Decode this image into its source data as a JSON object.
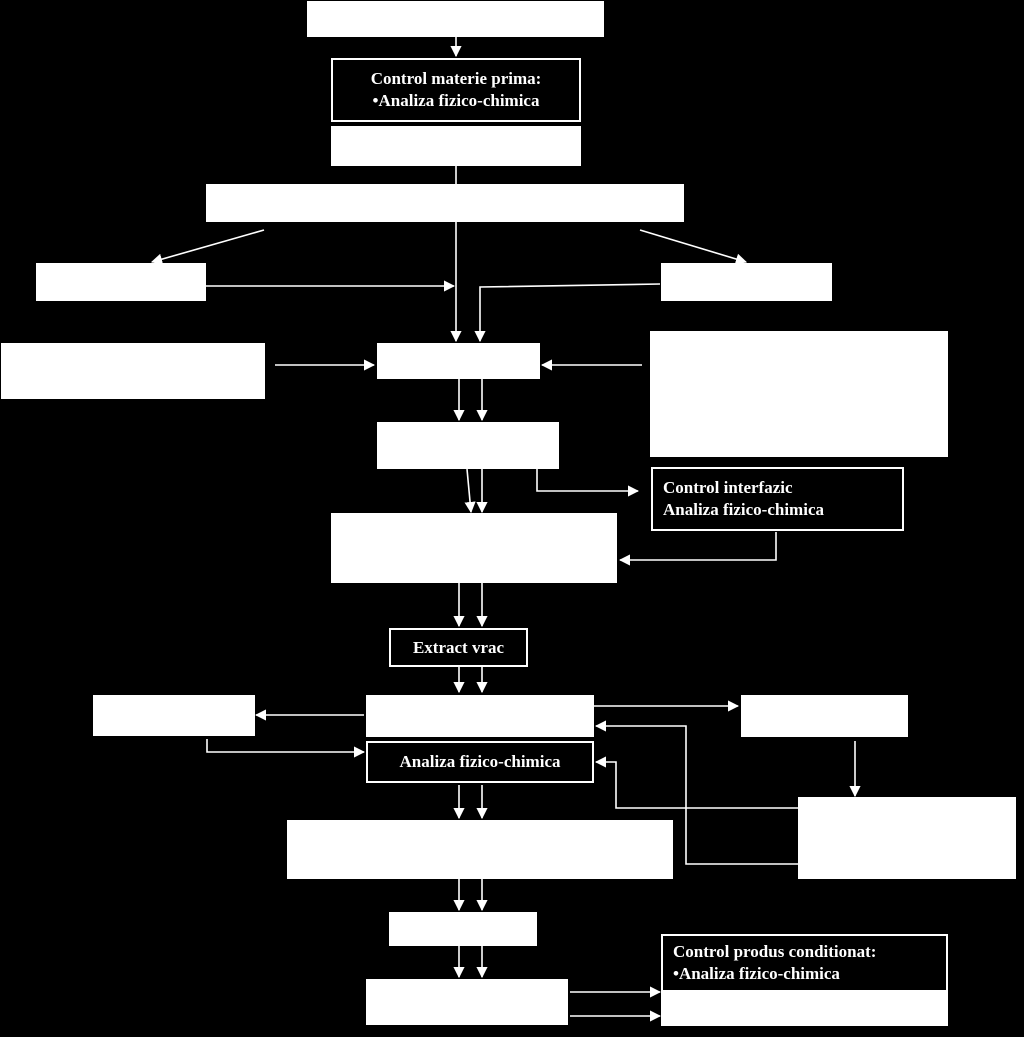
{
  "colors": {
    "background": "#000000",
    "box_fill": "#ffffff",
    "line": "#ffffff",
    "text": "#ffffff"
  },
  "nodes": {
    "control_materie_prima": {
      "title": "Control materie prima:",
      "item": "•Analiza fizico-chimica"
    },
    "control_interfazic": {
      "line1": "Control interfazic",
      "line2": "Analiza fizico-chimica"
    },
    "extract_vrac": {
      "label": "Extract vrac"
    },
    "analiza_fizico_chimica": {
      "label": "Analiza fizico-chimica"
    },
    "control_produs_conditionat": {
      "title": "Control produs conditionat:",
      "item": "•Analiza fizico-chimica"
    }
  }
}
